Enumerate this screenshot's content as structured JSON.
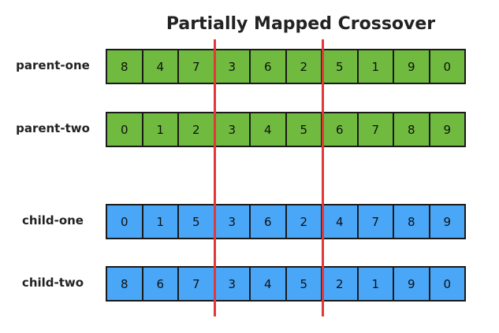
{
  "title": "Partially Mapped Crossover",
  "colors": {
    "parent": "#6fba3f",
    "child": "#4aa6f7",
    "cut_line": "#e2383a"
  },
  "rows": [
    {
      "label": "parent-one",
      "kind": "parent",
      "values": [
        "8",
        "4",
        "7",
        "3",
        "6",
        "2",
        "5",
        "1",
        "9",
        "0"
      ]
    },
    {
      "label": "parent-two",
      "kind": "parent",
      "values": [
        "0",
        "1",
        "2",
        "3",
        "4",
        "5",
        "6",
        "7",
        "8",
        "9"
      ]
    },
    {
      "label": "child-one",
      "kind": "child",
      "values": [
        "0",
        "1",
        "5",
        "3",
        "6",
        "2",
        "4",
        "7",
        "8",
        "9"
      ]
    },
    {
      "label": "child-two",
      "kind": "child",
      "values": [
        "8",
        "6",
        "7",
        "3",
        "4",
        "5",
        "2",
        "1",
        "9",
        "0"
      ]
    }
  ],
  "crossover_points": [
    3,
    6
  ]
}
